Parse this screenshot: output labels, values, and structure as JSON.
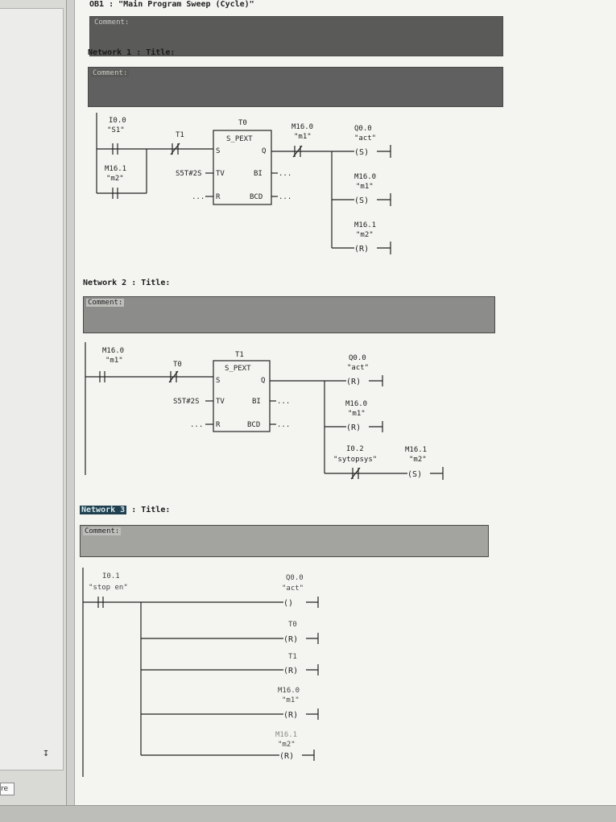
{
  "header": {
    "block_title": "OB1 :   \"Main Program Sweep (Cycle)\"",
    "comment_label": "Comment:"
  },
  "left_pane": {
    "tab_label": "re",
    "scroll_icon": "arrow-step-icon"
  },
  "networks": [
    {
      "title": "Network 1 : Title:",
      "comment_label": "Comment:",
      "contacts": [
        {
          "addr": "I0.0",
          "sym": "\"S1\""
        },
        {
          "addr": "M16.1",
          "sym": "\"m2\""
        },
        {
          "addr": "T1",
          "sym": ""
        },
        {
          "addr": "M16.0",
          "sym": "\"m1\""
        }
      ],
      "timer": {
        "name": "T0",
        "type": "S_PEXT",
        "tv": "S5T#2S",
        "pins": [
          "S",
          "Q",
          "TV",
          "BI",
          "R",
          "BCD"
        ],
        "open": "..."
      },
      "coils": [
        {
          "addr": "Q0.0",
          "sym": "\"act\"",
          "op": "S"
        },
        {
          "addr": "M16.0",
          "sym": "\"m1\"",
          "op": "S"
        },
        {
          "addr": "M16.1",
          "sym": "\"m2\"",
          "op": "R"
        }
      ]
    },
    {
      "title": "Network 2 : Title:",
      "comment_label": "Comment:",
      "contacts": [
        {
          "addr": "M16.0",
          "sym": "\"m1\""
        },
        {
          "addr": "T0",
          "sym": ""
        },
        {
          "addr": "I0.2",
          "sym": "\"sytopsys\""
        }
      ],
      "timer": {
        "name": "T1",
        "type": "S_PEXT",
        "tv": "S5T#2S",
        "pins": [
          "S",
          "Q",
          "TV",
          "BI",
          "R",
          "BCD"
        ],
        "open": "..."
      },
      "coils": [
        {
          "addr": "Q0.0",
          "sym": "\"act\"",
          "op": "R"
        },
        {
          "addr": "M16.0",
          "sym": "\"m1\"",
          "op": "R"
        },
        {
          "addr": "M16.1",
          "sym": "\"m2\"",
          "op": "S"
        }
      ]
    },
    {
      "title_prefix": "Network 3",
      "title_suffix": " : Title:",
      "comment_label": "Comment:",
      "contacts": [
        {
          "addr": "I0.1",
          "sym": "\"stop en\""
        }
      ],
      "coils": [
        {
          "addr": "Q0.0",
          "sym": "\"act\"",
          "op": ""
        },
        {
          "addr": "T0",
          "sym": "",
          "op": "R"
        },
        {
          "addr": "T1",
          "sym": "",
          "op": "R"
        },
        {
          "addr": "M16.0",
          "sym": "\"m1\"",
          "op": "R"
        },
        {
          "addr": "M16.1",
          "sym": "\"m2\"",
          "op": "R"
        }
      ]
    }
  ]
}
